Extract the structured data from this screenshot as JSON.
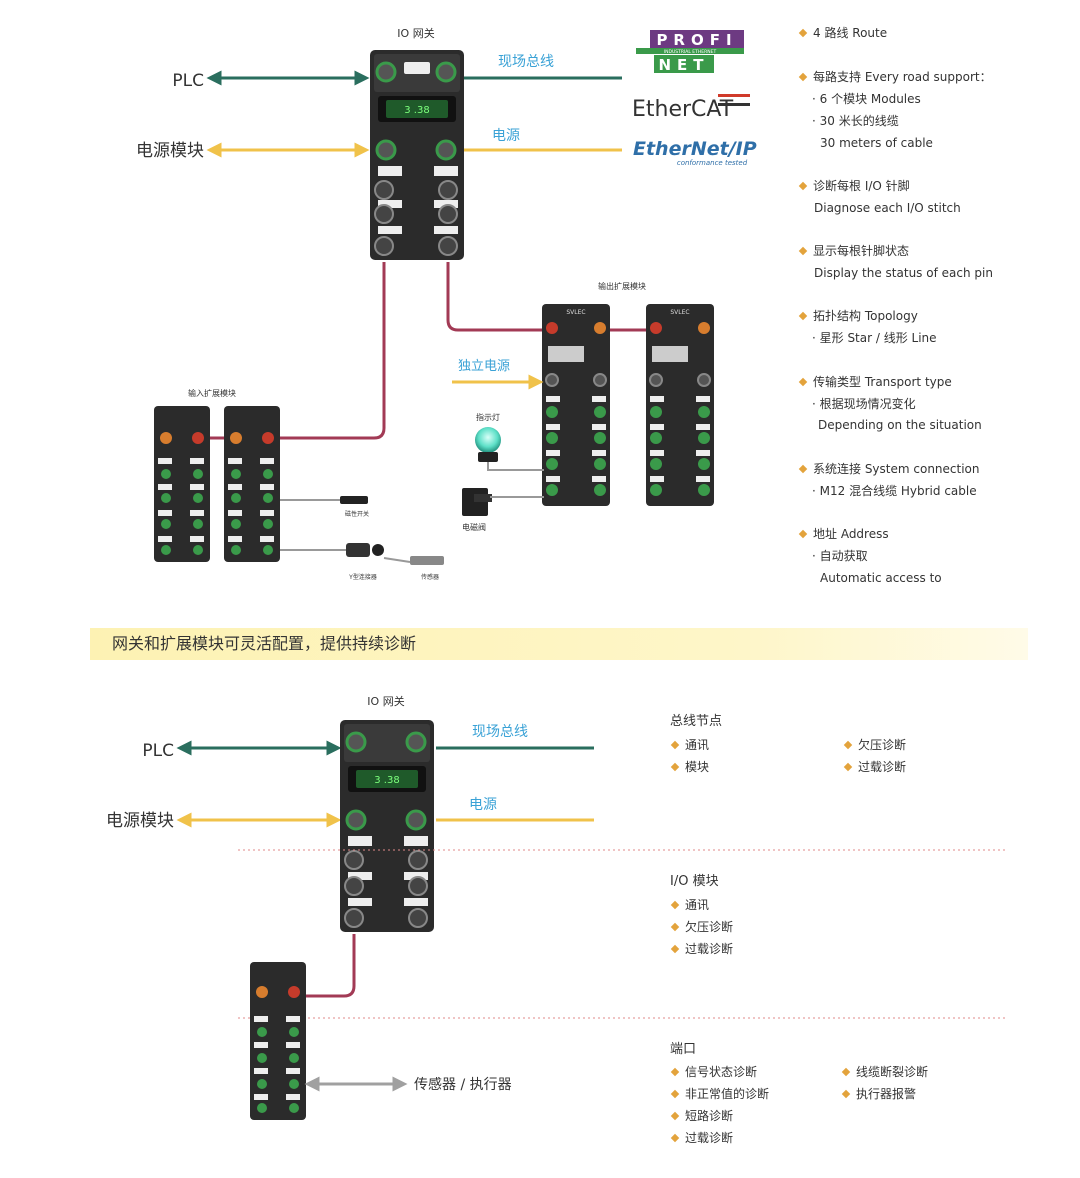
{
  "top": {
    "gateway_title": "IO 网关",
    "plc": "PLC",
    "power_module": "电源模块",
    "fieldbus": "现场总线",
    "power": "电源",
    "gateway_display": "3 .38",
    "protocols": {
      "profinet_line1": "PROFI",
      "profinet_sub": "INDUSTRIAL ETHERNET",
      "profinet_line2": "NET",
      "ethercat": "EtherCAT",
      "ethernetip": "EtherNet/IP",
      "ethernetip_sub": "conformance tested"
    },
    "output_expansion": "输出扩展模块",
    "input_expansion": "输入扩展模块",
    "independent_power": "独立电源",
    "indicator_light": "指示灯",
    "solenoid_valve": "电磁阀",
    "magnetic_switch": "磁性开关",
    "y_connector": "Y型连接器",
    "sensor": "传感器",
    "brand": "SVLEC"
  },
  "features": [
    {
      "text": "4 路线 Route",
      "bullet": true
    },
    {
      "text": "每路支持 Every road support：",
      "bullet": true
    },
    {
      "text": "· 6 个模块 Modules",
      "bullet": false,
      "indent": 1
    },
    {
      "text": "· 30 米长的线缆",
      "bullet": false,
      "indent": 1
    },
    {
      "text": "30 meters of cable",
      "bullet": false,
      "indent": 2
    },
    {
      "text": "诊断每根 I/O 针脚",
      "bullet": true
    },
    {
      "text": "Diagnose each I/O stitch",
      "bullet": false,
      "indent": 0
    },
    {
      "text": "显示每根针脚状态",
      "bullet": true
    },
    {
      "text": "Display the status of each pin",
      "bullet": false,
      "indent": 0
    },
    {
      "text": "拓扑结构 Topology",
      "bullet": true
    },
    {
      "text": "· 星形 Star / 线形 Line",
      "bullet": false,
      "indent": 1
    },
    {
      "text": "传输类型 Transport type",
      "bullet": true
    },
    {
      "text": "· 根据现场情况变化",
      "bullet": false,
      "indent": 1
    },
    {
      "text": "Depending on the situation",
      "bullet": false,
      "indent": 2
    },
    {
      "text": "系统连接 System connection",
      "bullet": true
    },
    {
      "text": "· M12 混合线缆 Hybrid cable",
      "bullet": false,
      "indent": 1
    },
    {
      "text": "地址 Address",
      "bullet": true
    },
    {
      "text": "· 自动获取",
      "bullet": false,
      "indent": 1
    },
    {
      "text": "Automatic access to",
      "bullet": false,
      "indent": 2
    }
  ],
  "banner": "网关和扩展模块可灵活配置，提供持续诊断",
  "bottom": {
    "gateway_title": "IO 网关",
    "plc": "PLC",
    "power_module": "电源模块",
    "fieldbus": "现场总线",
    "power": "电源",
    "sensor_actuator": "传感器 / 执行器",
    "bus_node": {
      "title": "总线节点",
      "items": [
        "通讯",
        "模块",
        "欠压诊断",
        "过载诊断"
      ]
    },
    "io_module": {
      "title": "I/O 模块",
      "items": [
        "通讯",
        "欠压诊断",
        "过载诊断"
      ]
    },
    "port": {
      "title": "端口",
      "items": [
        "信号状态诊断",
        "非正常值的诊断",
        "短路诊断",
        "过载诊断",
        "线缆断裂诊断",
        "执行器报警"
      ]
    }
  },
  "colors": {
    "plc_line": "#2a6e5e",
    "power_line": "#f0c24a",
    "cable": "#a23a55",
    "bullet": "#e3a33c",
    "module_body": "#2b2b2b",
    "port_green": "#3a9a4a",
    "port_orange": "#d77d2e",
    "port_red": "#c63b2b",
    "banner": "#fdf2b3"
  }
}
